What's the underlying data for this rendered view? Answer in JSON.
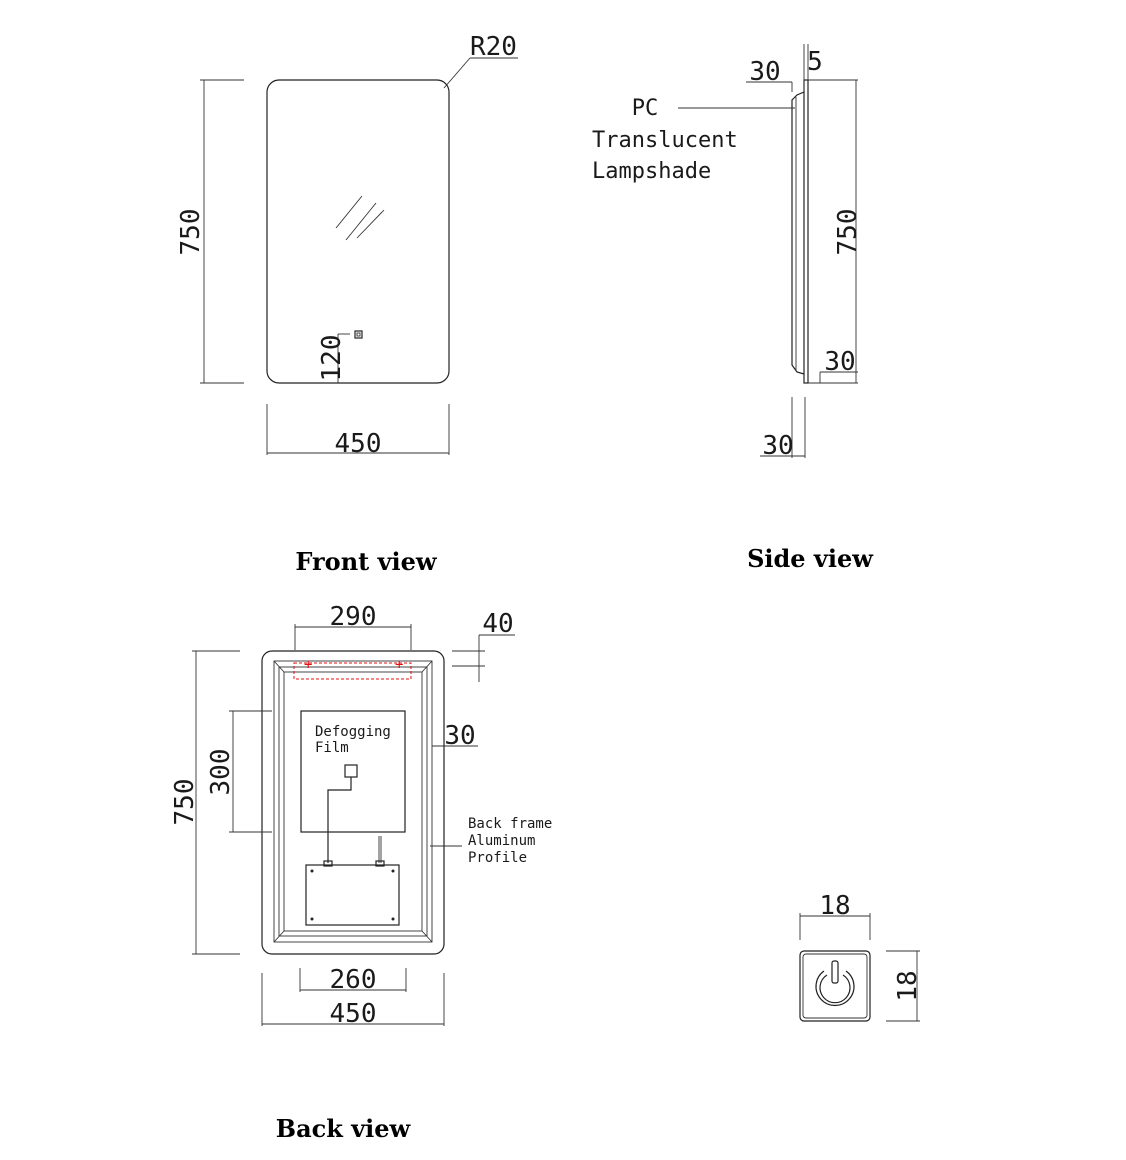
{
  "views": {
    "front": {
      "title": "Front view",
      "dims": {
        "radius": "R20",
        "height": "750",
        "width": "450",
        "switch_offset": "120"
      }
    },
    "side": {
      "title": "Side view",
      "dims": {
        "top_depth": "30",
        "top_edge": "5",
        "height": "750",
        "bottom_inset": "30",
        "bottom_depth": "30"
      },
      "callout": [
        "PC",
        "Translucent",
        "Lampshade"
      ]
    },
    "back": {
      "title": "Back view",
      "dims": {
        "top_width": "290",
        "top_margin": "40",
        "height": "750",
        "film_height": "300",
        "side_margin": "30",
        "bottom_width": "260",
        "width": "450"
      },
      "film_label": [
        "Defogging",
        "Film"
      ],
      "frame_label": [
        "Back frame",
        "Aluminum",
        "Profile"
      ]
    },
    "switch": {
      "dims": {
        "width": "18",
        "height": "18"
      }
    }
  }
}
